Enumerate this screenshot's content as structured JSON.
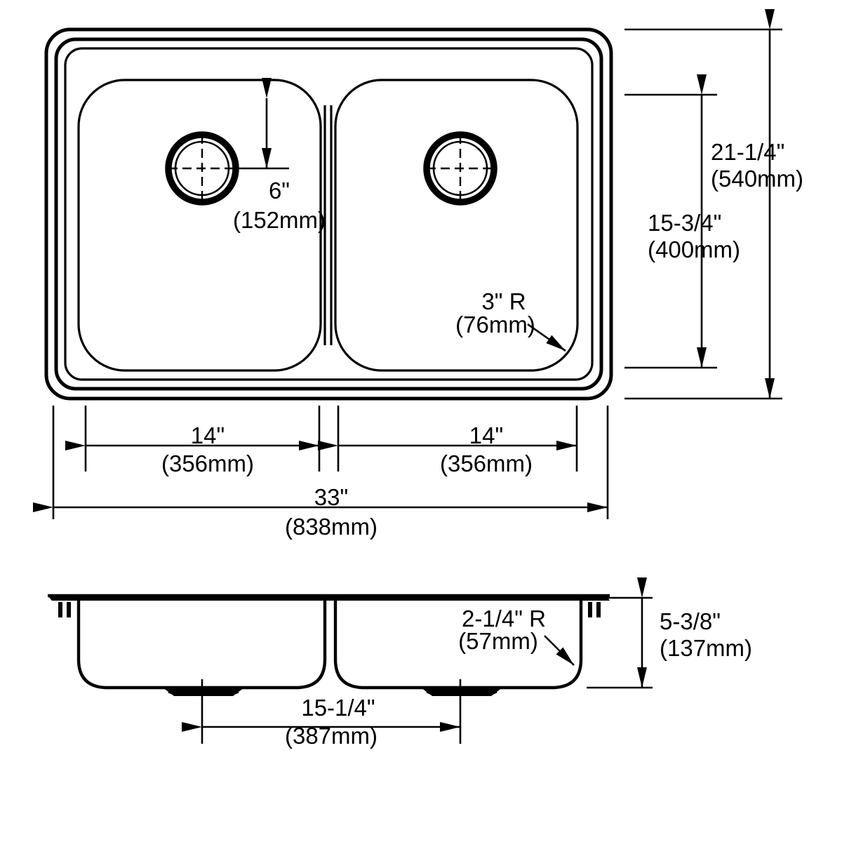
{
  "drawing": {
    "title": "Double-bowl drop-in kitchen sink dimensional drawing",
    "line_color": "#000000",
    "background_color": "#ffffff"
  },
  "plan_view": {
    "name": "top-plan-view",
    "drain_left": {
      "name": "drain-left",
      "label": "drain-opening"
    },
    "drain_right": {
      "name": "drain-right",
      "label": "drain-opening"
    },
    "callouts": {
      "drain_setback": {
        "imperial": "6\"",
        "metric": "(152mm)"
      },
      "corner_radius": {
        "imperial": "3\" R",
        "metric": "(76mm)"
      }
    },
    "dimensions": {
      "overall_height": {
        "imperial": "21-1/4\"",
        "metric": "(540mm)"
      },
      "bowl_height": {
        "imperial": "15-3/4\"",
        "metric": "(400mm)"
      },
      "bowl_left_width": {
        "imperial": "14\"",
        "metric": "(356mm)"
      },
      "bowl_right_width": {
        "imperial": "14\"",
        "metric": "(356mm)"
      },
      "overall_width": {
        "imperial": "33\"",
        "metric": "(838mm)"
      }
    }
  },
  "section_view": {
    "name": "front-section-view",
    "callouts": {
      "bowl_corner_radius": {
        "imperial": "2-1/4\" R",
        "metric": "(57mm)"
      }
    },
    "dimensions": {
      "bowl_depth": {
        "imperial": "5-3/8\"",
        "metric": "(137mm)"
      },
      "drain_spacing": {
        "imperial": "15-1/4\"",
        "metric": "(387mm)"
      }
    }
  },
  "chart_data": {
    "type": "table",
    "title": "Sink dimensional callouts",
    "categories": [
      "Overall width",
      "Overall front-to-back",
      "Bowl front-to-back",
      "Left bowl width",
      "Right bowl width",
      "Bowl depth",
      "Drain setback from bowl rear",
      "Drain center-to-center spacing",
      "Plan corner radius",
      "Section bowl corner radius"
    ],
    "imperial": [
      "33\"",
      "21-1/4\"",
      "15-3/4\"",
      "14\"",
      "14\"",
      "5-3/8\"",
      "6\"",
      "15-1/4\"",
      "3\" R",
      "2-1/4\" R"
    ],
    "metric": [
      "(838mm)",
      "(540mm)",
      "(400mm)",
      "(356mm)",
      "(356mm)",
      "(137mm)",
      "(152mm)",
      "(387mm)",
      "(76mm)",
      "(57mm)"
    ]
  }
}
